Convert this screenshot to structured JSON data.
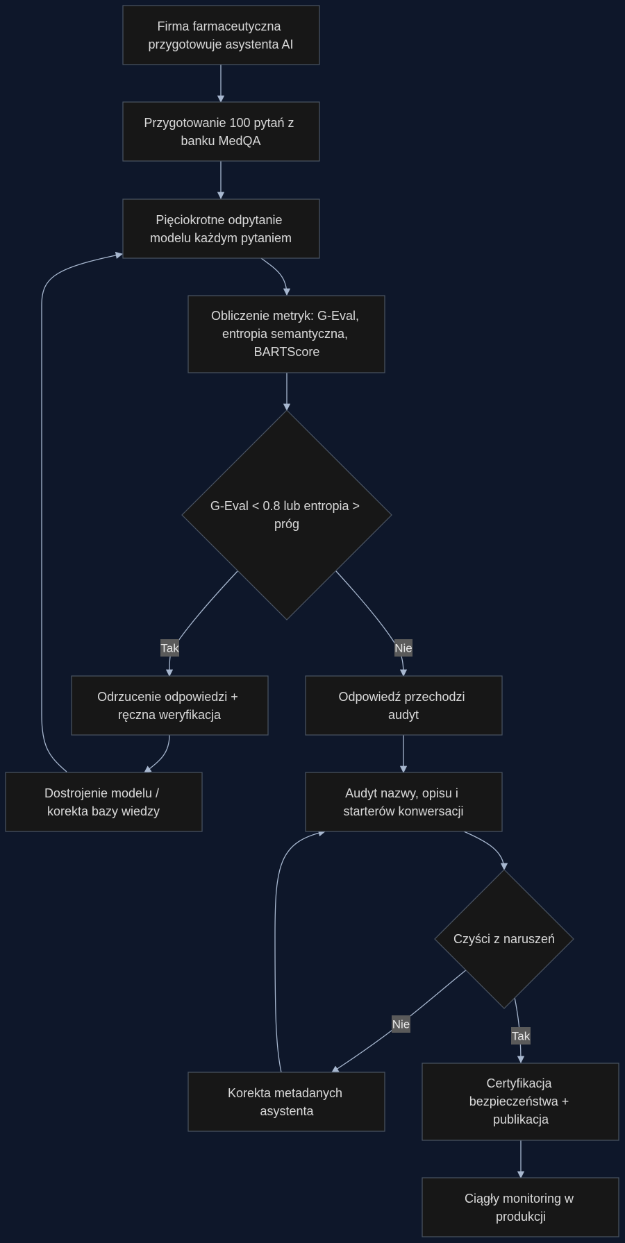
{
  "nodes": {
    "n1": [
      "Firma farmaceutyczna",
      "przygotowuje asystenta AI"
    ],
    "n2": [
      "Przygotowanie 100 pytań z",
      "banku MedQA"
    ],
    "n3": [
      "Pięciokrotne odpytanie",
      "modelu każdym pytaniem"
    ],
    "n4": [
      "Obliczenie metryk: G-Eval,",
      "entropia semantyczna,",
      "BARTScore"
    ],
    "d1": [
      "G-Eval < 0.8 lub entropia >",
      "próg"
    ],
    "n5": [
      "Odrzucenie odpowiedzi +",
      "ręczna weryfikacja"
    ],
    "n6": [
      "Odpowiedź przechodzi",
      "audyt"
    ],
    "n7": [
      "Dostrojenie modelu /",
      "korekta bazy wiedzy"
    ],
    "n8": [
      "Audyt nazwy, opisu i",
      "starterów konwersacji"
    ],
    "d2": [
      "Czyści z naruszeń"
    ],
    "n9": [
      "Korekta metadanych",
      "asystenta"
    ],
    "n10": [
      "Certyfikacja",
      "bezpieczeństwa +",
      "publikacja"
    ],
    "n11": [
      "Ciągły monitoring w",
      "produkcji"
    ]
  },
  "edge_labels": {
    "d1_yes": "Tak",
    "d1_no": "Nie",
    "d2_no": "Nie",
    "d2_yes": "Tak"
  },
  "colors": {
    "background": "#0e172a",
    "node_fill": "#171717",
    "node_stroke": "#4b5563",
    "edge": "#a7b7cf",
    "text": "#d9d9d9",
    "label_bg": "#5a5a5a"
  }
}
